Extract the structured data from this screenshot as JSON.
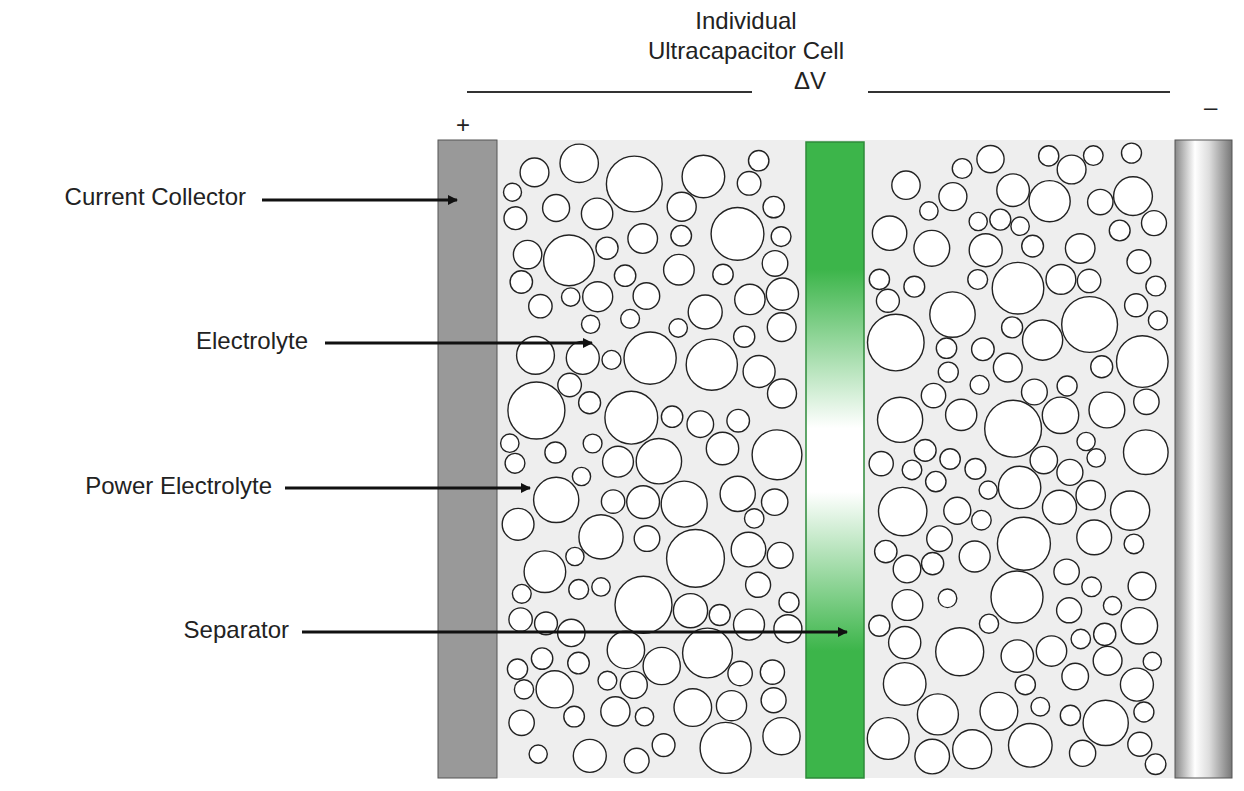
{
  "diagram": {
    "labels": [
      "Individual Ultracapacitor Cell",
      "ΔV",
      "+",
      "–",
      "Current Collector",
      "Electrolyte",
      "Power Electrolyte",
      "Separator"
    ]
  }
}
